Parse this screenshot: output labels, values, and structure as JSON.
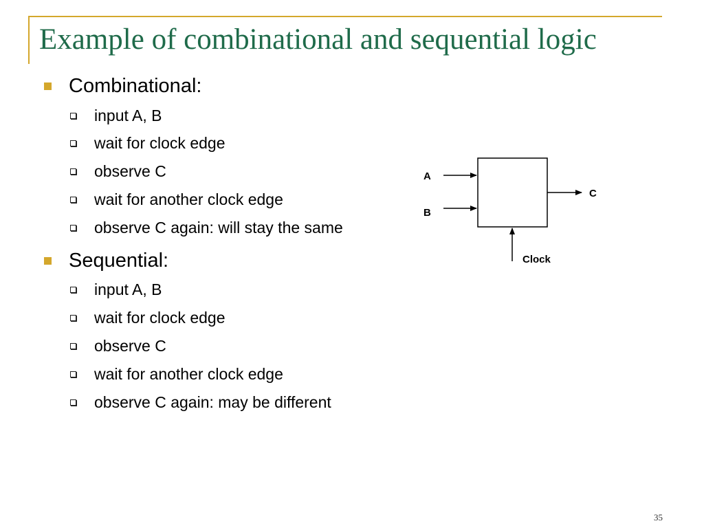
{
  "title": "Example of combinational and sequential logic",
  "sections": [
    {
      "heading": "Combinational:",
      "items": [
        "input A, B",
        "wait for clock edge",
        "observe C",
        "wait for another clock edge",
        "observe C again: will stay the same"
      ]
    },
    {
      "heading": "Sequential:",
      "items": [
        "input A, B",
        "wait for clock edge",
        "observe C",
        "wait for another clock edge",
        "observe C again: may be different"
      ]
    }
  ],
  "diagram": {
    "input_a": "A",
    "input_b": "B",
    "output": "C",
    "clock": "Clock"
  },
  "page_number": "35"
}
